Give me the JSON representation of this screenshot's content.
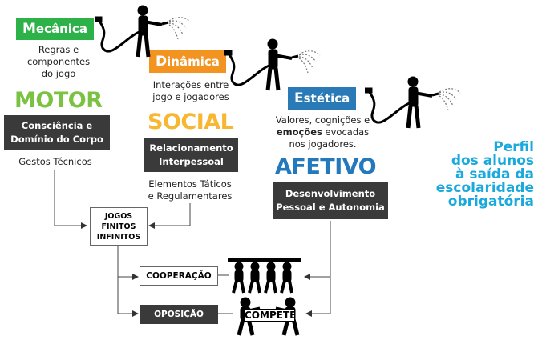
{
  "stages": [
    {
      "first": "M",
      "rest": "ecânica",
      "color": "#2db24a"
    },
    {
      "first": "D",
      "rest": "inâmica",
      "color": "#f39320"
    },
    {
      "first": "E",
      "rest": "stética",
      "color": "#2a7ab8"
    }
  ],
  "stage_descriptions": {
    "mecanica": [
      "Regras e",
      "componentes",
      "do jogo"
    ],
    "dinamica": [
      "Interações entre",
      "jogo e jogadores"
    ],
    "estetica_line1": "Valores, cognições e",
    "estetica_bold": "emoções",
    "estetica_line2_rest": " evocadas",
    "estetica_line3": "nos jogadores."
  },
  "domains": {
    "motor": {
      "label": "MOTOR",
      "color": "#7cc242"
    },
    "social": {
      "label": "SOCIAL",
      "color": "#f7b733"
    },
    "afetivo": {
      "label": "AFETIVO",
      "color": "#2479bd"
    }
  },
  "dark_boxes": {
    "motor": [
      "Consciência e",
      "Domínio do Corpo"
    ],
    "social": [
      "Relacionamento",
      "Interpessoal"
    ],
    "afetivo": [
      "Desenvolvimento",
      "Pessoal e Autonomia"
    ]
  },
  "sub_texts": {
    "motor": "Gestos Técnicos",
    "social": [
      "Elementos Táticos",
      "e Regulamentares"
    ]
  },
  "jogos_box": [
    "JOGOS",
    "FINITOS",
    "INFINITOS"
  ],
  "cooperacao": "COOPERAÇÃO",
  "oposicao": "OPOSIÇÃO",
  "compete": "COMPETE",
  "profile": [
    "Perfil",
    "dos alunos",
    "à saída da",
    "escolaridade",
    "obrigatória"
  ],
  "icons": [
    "watering-person-icon",
    "cooperation-team-icon",
    "competition-icon"
  ]
}
